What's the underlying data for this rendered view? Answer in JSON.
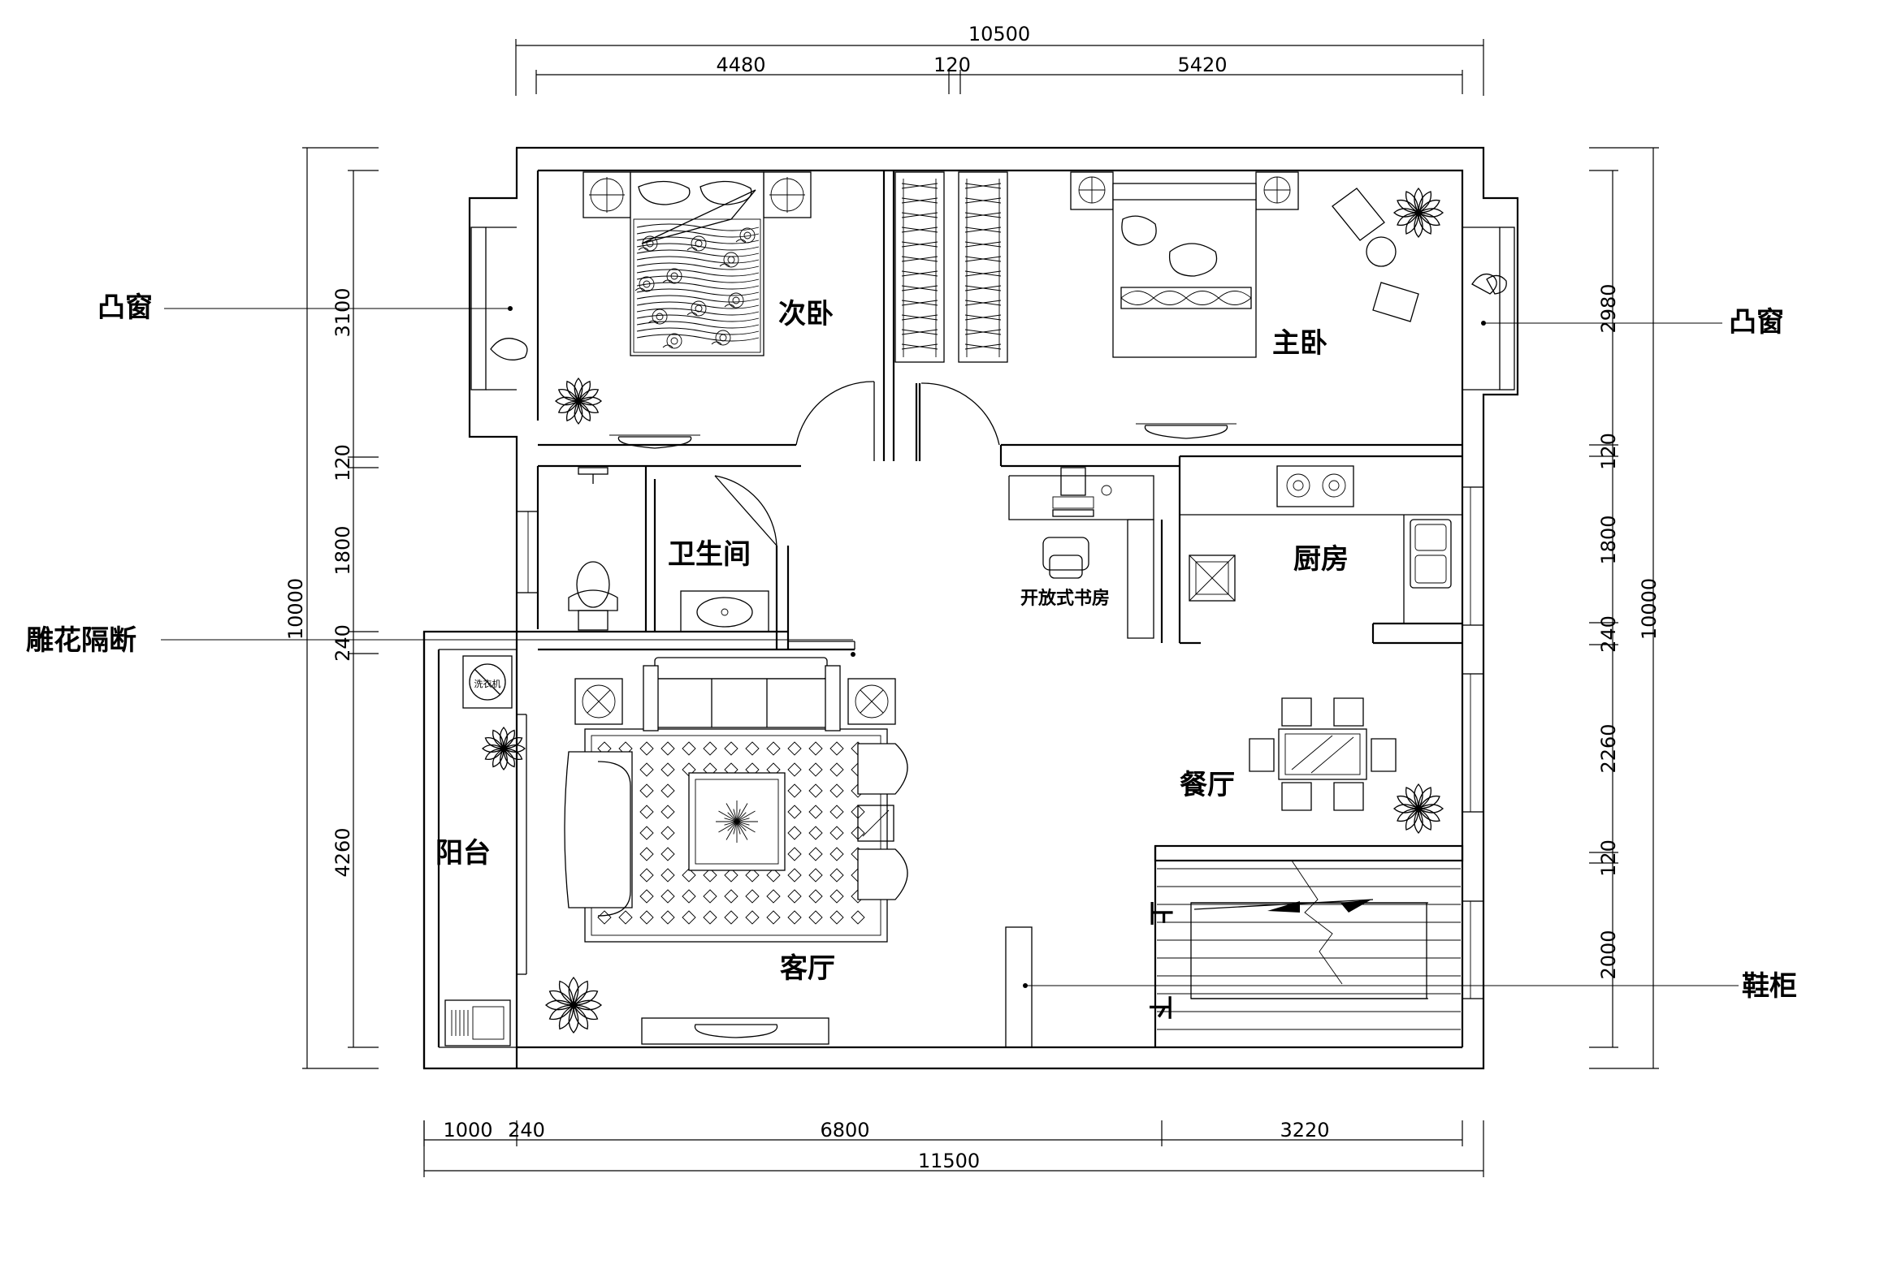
{
  "rooms": {
    "second_bedroom": "次卧",
    "master_bedroom": "主卧",
    "bathroom": "卫生间",
    "open_study": "开放式书房",
    "kitchen": "厨房",
    "dining_room": "餐厅",
    "living_room": "客厅",
    "balcony": "阳台"
  },
  "callouts": {
    "bay_window_left": "凸窗",
    "bay_window_right": "凸窗",
    "carved_partition": "雕花隔断",
    "shoe_cabinet": "鞋柜"
  },
  "stairs": {
    "up": "上",
    "down": "下"
  },
  "appliance": {
    "washer": "洗衣机"
  },
  "dimensions": {
    "top_total": "10500",
    "top_left": "4480",
    "top_mid": "120",
    "top_right": "5420",
    "bottom_d1": "1000",
    "bottom_d2": "240",
    "bottom_d3": "6800",
    "bottom_d4": "3220",
    "bottom_total": "11500",
    "left_total": "10000",
    "left_d1": "3100",
    "left_d2": "120",
    "left_d3": "1800",
    "left_d4": "240",
    "left_d5": "4260",
    "right_total": "10000",
    "right_d1": "2980",
    "right_d2": "120",
    "right_d3": "1800",
    "right_d4": "240",
    "right_d5": "2260",
    "right_d6": "120",
    "right_d7": "2000"
  }
}
